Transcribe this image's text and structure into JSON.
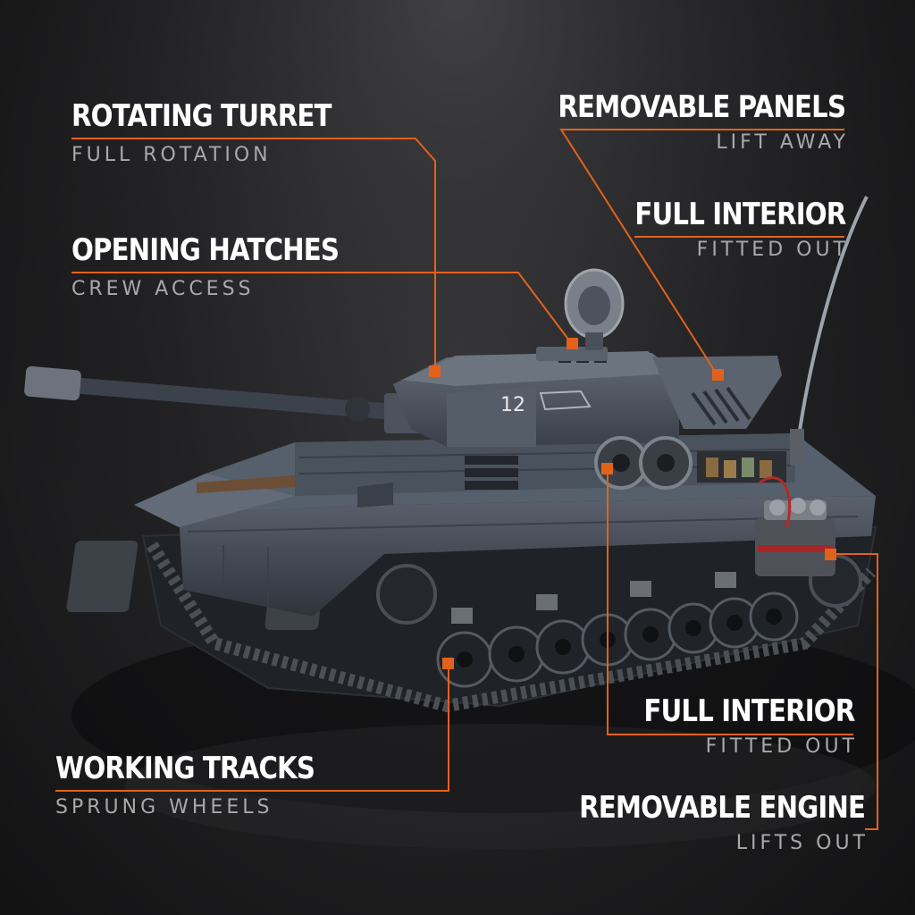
{
  "colors": {
    "accent": "#e2621b",
    "background": "#1d1d1f",
    "tank_grey": "#3f4550",
    "title_text": "#ffffff",
    "subtitle_text": "#a9a9ab"
  },
  "vehicle": {
    "turret_number": "12"
  },
  "callouts": [
    {
      "title": "ROTATING TURRET",
      "subtitle": "FULL ROTATION"
    },
    {
      "title": "OPENING HATCHES",
      "subtitle": "CREW ACCESS"
    },
    {
      "title": "REMOVABLE PANELS",
      "subtitle": "LIFT AWAY"
    },
    {
      "title": "FULL INTERIOR",
      "subtitle": "FITTED OUT"
    },
    {
      "title": "FULL INTERIOR",
      "subtitle": "FITTED OUT"
    },
    {
      "title": "WORKING TRACKS",
      "subtitle": "SPRUNG WHEELS"
    },
    {
      "title": "REMOVABLE ENGINE",
      "subtitle": "LIFTS OUT"
    }
  ]
}
